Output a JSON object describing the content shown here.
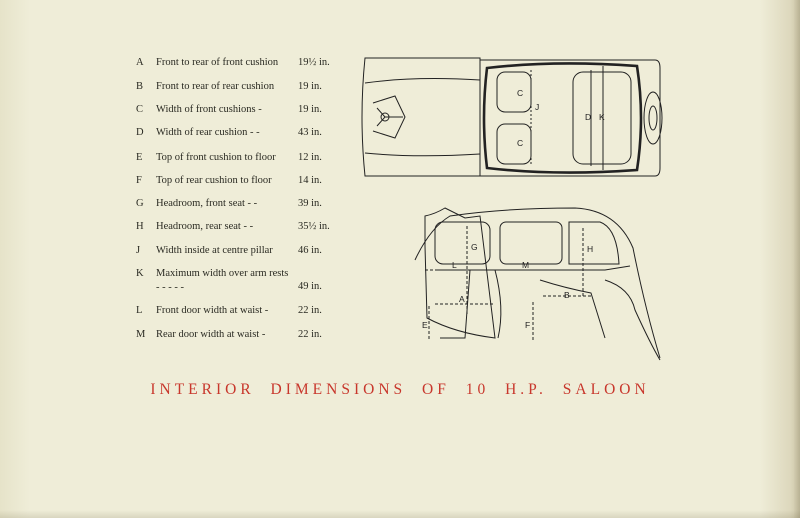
{
  "dimensions": [
    {
      "letter": "A",
      "desc": "Front to rear of front cushion",
      "value": "19½ in."
    },
    {
      "letter": "B",
      "desc": "Front to rear of rear cushion",
      "value": "19 in."
    },
    {
      "letter": "C",
      "desc": "Width of front cushions    -",
      "value": "19 in."
    },
    {
      "letter": "D",
      "desc": "Width of rear cushion  -  -",
      "value": "43 in."
    },
    {
      "letter": "E",
      "desc": "Top of front cushion to floor",
      "value": "12 in."
    },
    {
      "letter": "F",
      "desc": "Top of rear cushion to floor",
      "value": "14 in."
    },
    {
      "letter": "G",
      "desc": "Headroom, front seat  -  -",
      "value": "39 in."
    },
    {
      "letter": "H",
      "desc": "Headroom, rear seat  -  -",
      "value": "35½ in."
    },
    {
      "letter": "J",
      "desc": "Width inside at centre pillar",
      "value": "46 in."
    },
    {
      "letter": "K",
      "desc": "Maximum width over arm rests  -  -  -  -  -",
      "value": "49 in."
    },
    {
      "letter": "L",
      "desc": "Front door width at waist  -",
      "value": "22 in."
    },
    {
      "letter": "M",
      "desc": "Rear door width at waist  -",
      "value": "22 in."
    }
  ],
  "heading": "INTERIOR DIMENSIONS OF 10 H.P. SALOON",
  "diagram_labels": {
    "c1": "C",
    "c2": "C",
    "j": "J",
    "d": "D",
    "k": "K",
    "a": "A",
    "b": "B",
    "e": "E",
    "f": "F",
    "g": "G",
    "h": "H",
    "l": "L",
    "m": "M"
  }
}
